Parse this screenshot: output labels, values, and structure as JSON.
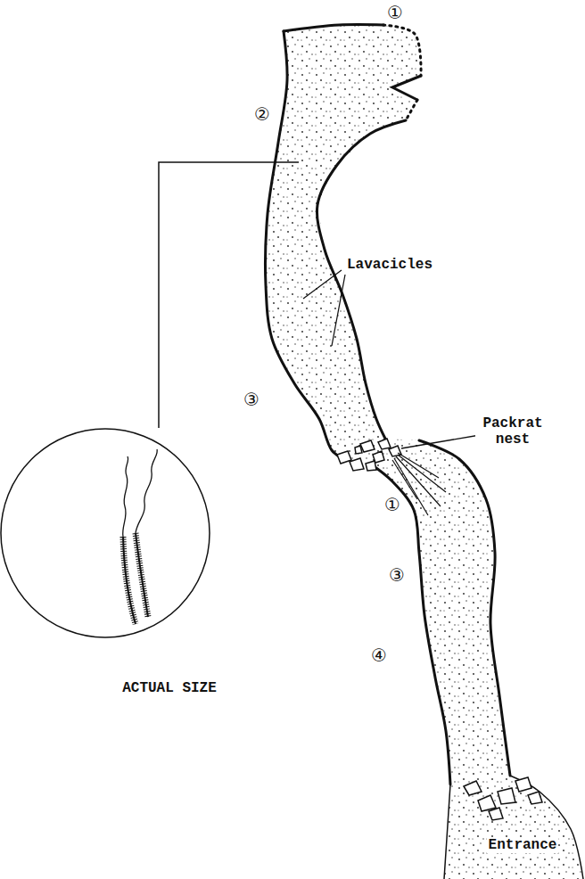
{
  "diagram": {
    "labels": [
      "①",
      "②",
      "③",
      "①",
      "③",
      "④",
      "Lavacicles",
      "Packrat nest",
      "ACTUAL SIZE",
      "Entrance"
    ]
  }
}
